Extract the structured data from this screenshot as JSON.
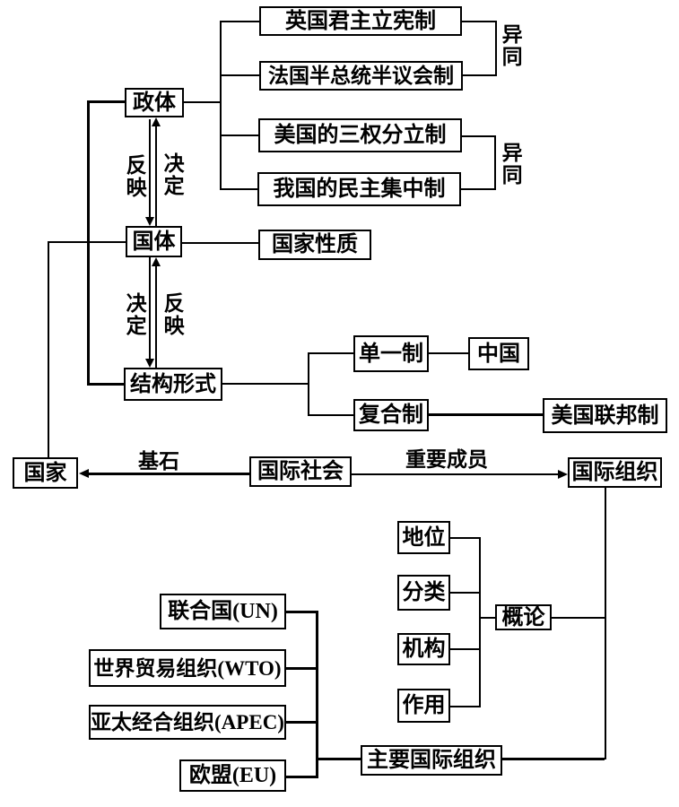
{
  "diagram": {
    "nodes": {
      "uk_monarchy": "英国君主立宪制",
      "fr_system": "法国半总统半议会制",
      "us_separation": "美国的三权分立制",
      "cn_centralism": "我国的民主集中制",
      "zhengti": "政体",
      "guoti": "国体",
      "state_nature": "国家性质",
      "structure_form": "结构形式",
      "unitary": "单一制",
      "china": "中国",
      "composite": "复合制",
      "us_federal": "美国联邦制",
      "state": "国家",
      "intl_society": "国际社会",
      "intl_org": "国际组织",
      "status": "地位",
      "classification": "分类",
      "organs": "机构",
      "role": "作用",
      "overview": "概论",
      "un": "联合国(UN)",
      "wto": "世界贸易组织(WTO)",
      "apec": "亚太经合组织(APEC)",
      "eu": "欧盟(EU)",
      "major_intl_orgs": "主要国际组织"
    },
    "edge_labels": {
      "similarities_top": "异同",
      "similarities_mid": "异同",
      "reflects_1": "反映",
      "determines_1": "决定",
      "determines_2": "决定",
      "reflects_2": "反映",
      "cornerstone": "基石",
      "important_member": "重要成员"
    },
    "colors": {
      "line": "#000000",
      "background": "#ffffff",
      "text": "#000000"
    }
  }
}
